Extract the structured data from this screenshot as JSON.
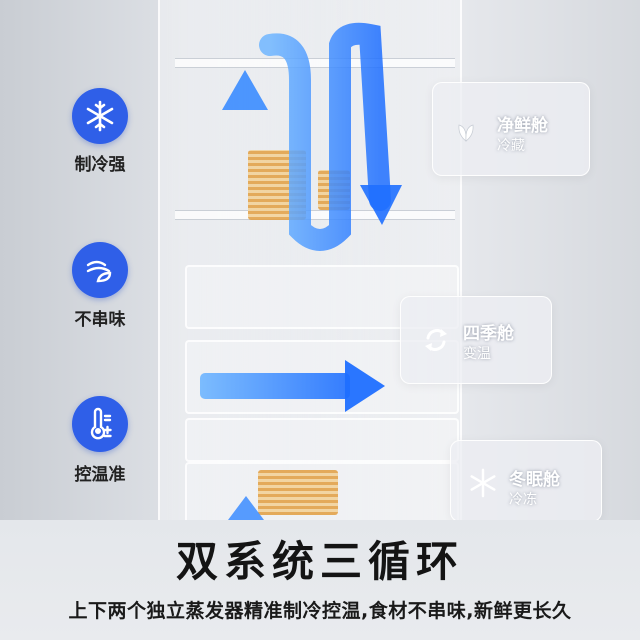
{
  "features": [
    {
      "icon": "snowflake-icon",
      "label": "制冷强"
    },
    {
      "icon": "wind-leaf-icon",
      "label": "不串味"
    },
    {
      "icon": "thermometer-icon",
      "label": "控温准"
    }
  ],
  "compartments": [
    {
      "title": "净鲜舱",
      "subtitle": "冷藏",
      "icon": "leaf-icon"
    },
    {
      "title": "四季舱",
      "subtitle": "变温",
      "icon": "cycle-icon"
    },
    {
      "title": "冬眠舱",
      "subtitle": "冷冻",
      "icon": "snowflake-icon"
    }
  ],
  "headline": "双系统三循环",
  "tagline": "上下两个独立蒸发器精准制冷控温,食材不串味,新鲜更长久",
  "colors": {
    "accent_blue": "#2f5fe8",
    "airflow_blue": "#3b8cff"
  }
}
